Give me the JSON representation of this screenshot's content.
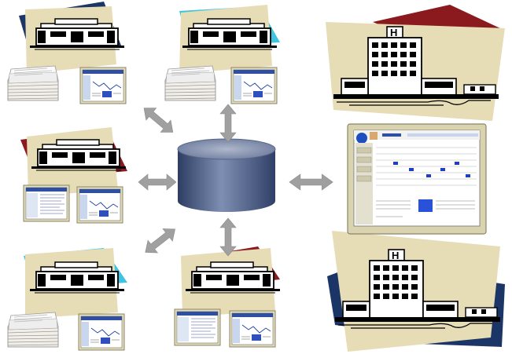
{
  "diagram": {
    "colors": {
      "paper": "#e6dcb6",
      "navy": "#1b3566",
      "cyan": "#3fc4e0",
      "maroon": "#8a1a1e",
      "database_top": "#8893ad",
      "database_side": "#3d4f78",
      "arrow": "#9a9a9a",
      "monitor_bezel": "#d9d3b0"
    },
    "central_database": {
      "icon": "database-cylinder-icon"
    },
    "clinics": [
      {
        "id": "top-left",
        "accent": "navy",
        "icon": "clinic-building-icon",
        "attachments": [
          "paper-stack-icon",
          "monitor-screen-icon"
        ]
      },
      {
        "id": "top-center",
        "accent": "cyan",
        "icon": "clinic-building-icon",
        "attachments": [
          "paper-stack-icon",
          "monitor-screen-icon"
        ]
      },
      {
        "id": "middle-left",
        "accent": "maroon",
        "icon": "clinic-building-icon",
        "attachments": [
          "monitor-screen-icon",
          "monitor-screen-icon"
        ]
      },
      {
        "id": "bottom-left",
        "accent": "cyan",
        "icon": "clinic-building-icon",
        "attachments": [
          "paper-stack-icon",
          "monitor-screen-icon"
        ]
      },
      {
        "id": "bottom-center",
        "accent": "maroon",
        "icon": "clinic-building-icon",
        "attachments": [
          "monitor-screen-icon",
          "monitor-screen-icon"
        ]
      }
    ],
    "hospitals": [
      {
        "id": "top-right",
        "accent": "maroon",
        "icon": "hospital-building-icon"
      },
      {
        "id": "bottom-right",
        "accent": "navy",
        "icon": "hospital-building-icon"
      }
    ],
    "dashboard_monitor": {
      "icon": "dashboard-monitor-icon"
    },
    "arrows": [
      {
        "from": "top-left",
        "to": "database",
        "icon": "double-arrow-icon"
      },
      {
        "from": "top-center",
        "to": "database",
        "icon": "double-arrow-icon"
      },
      {
        "from": "middle-left",
        "to": "database",
        "icon": "double-arrow-icon"
      },
      {
        "from": "bottom-left",
        "to": "database",
        "icon": "double-arrow-icon"
      },
      {
        "from": "bottom-center",
        "to": "database",
        "icon": "double-arrow-icon"
      },
      {
        "from": "database",
        "to": "dashboard",
        "icon": "double-arrow-icon"
      }
    ]
  }
}
